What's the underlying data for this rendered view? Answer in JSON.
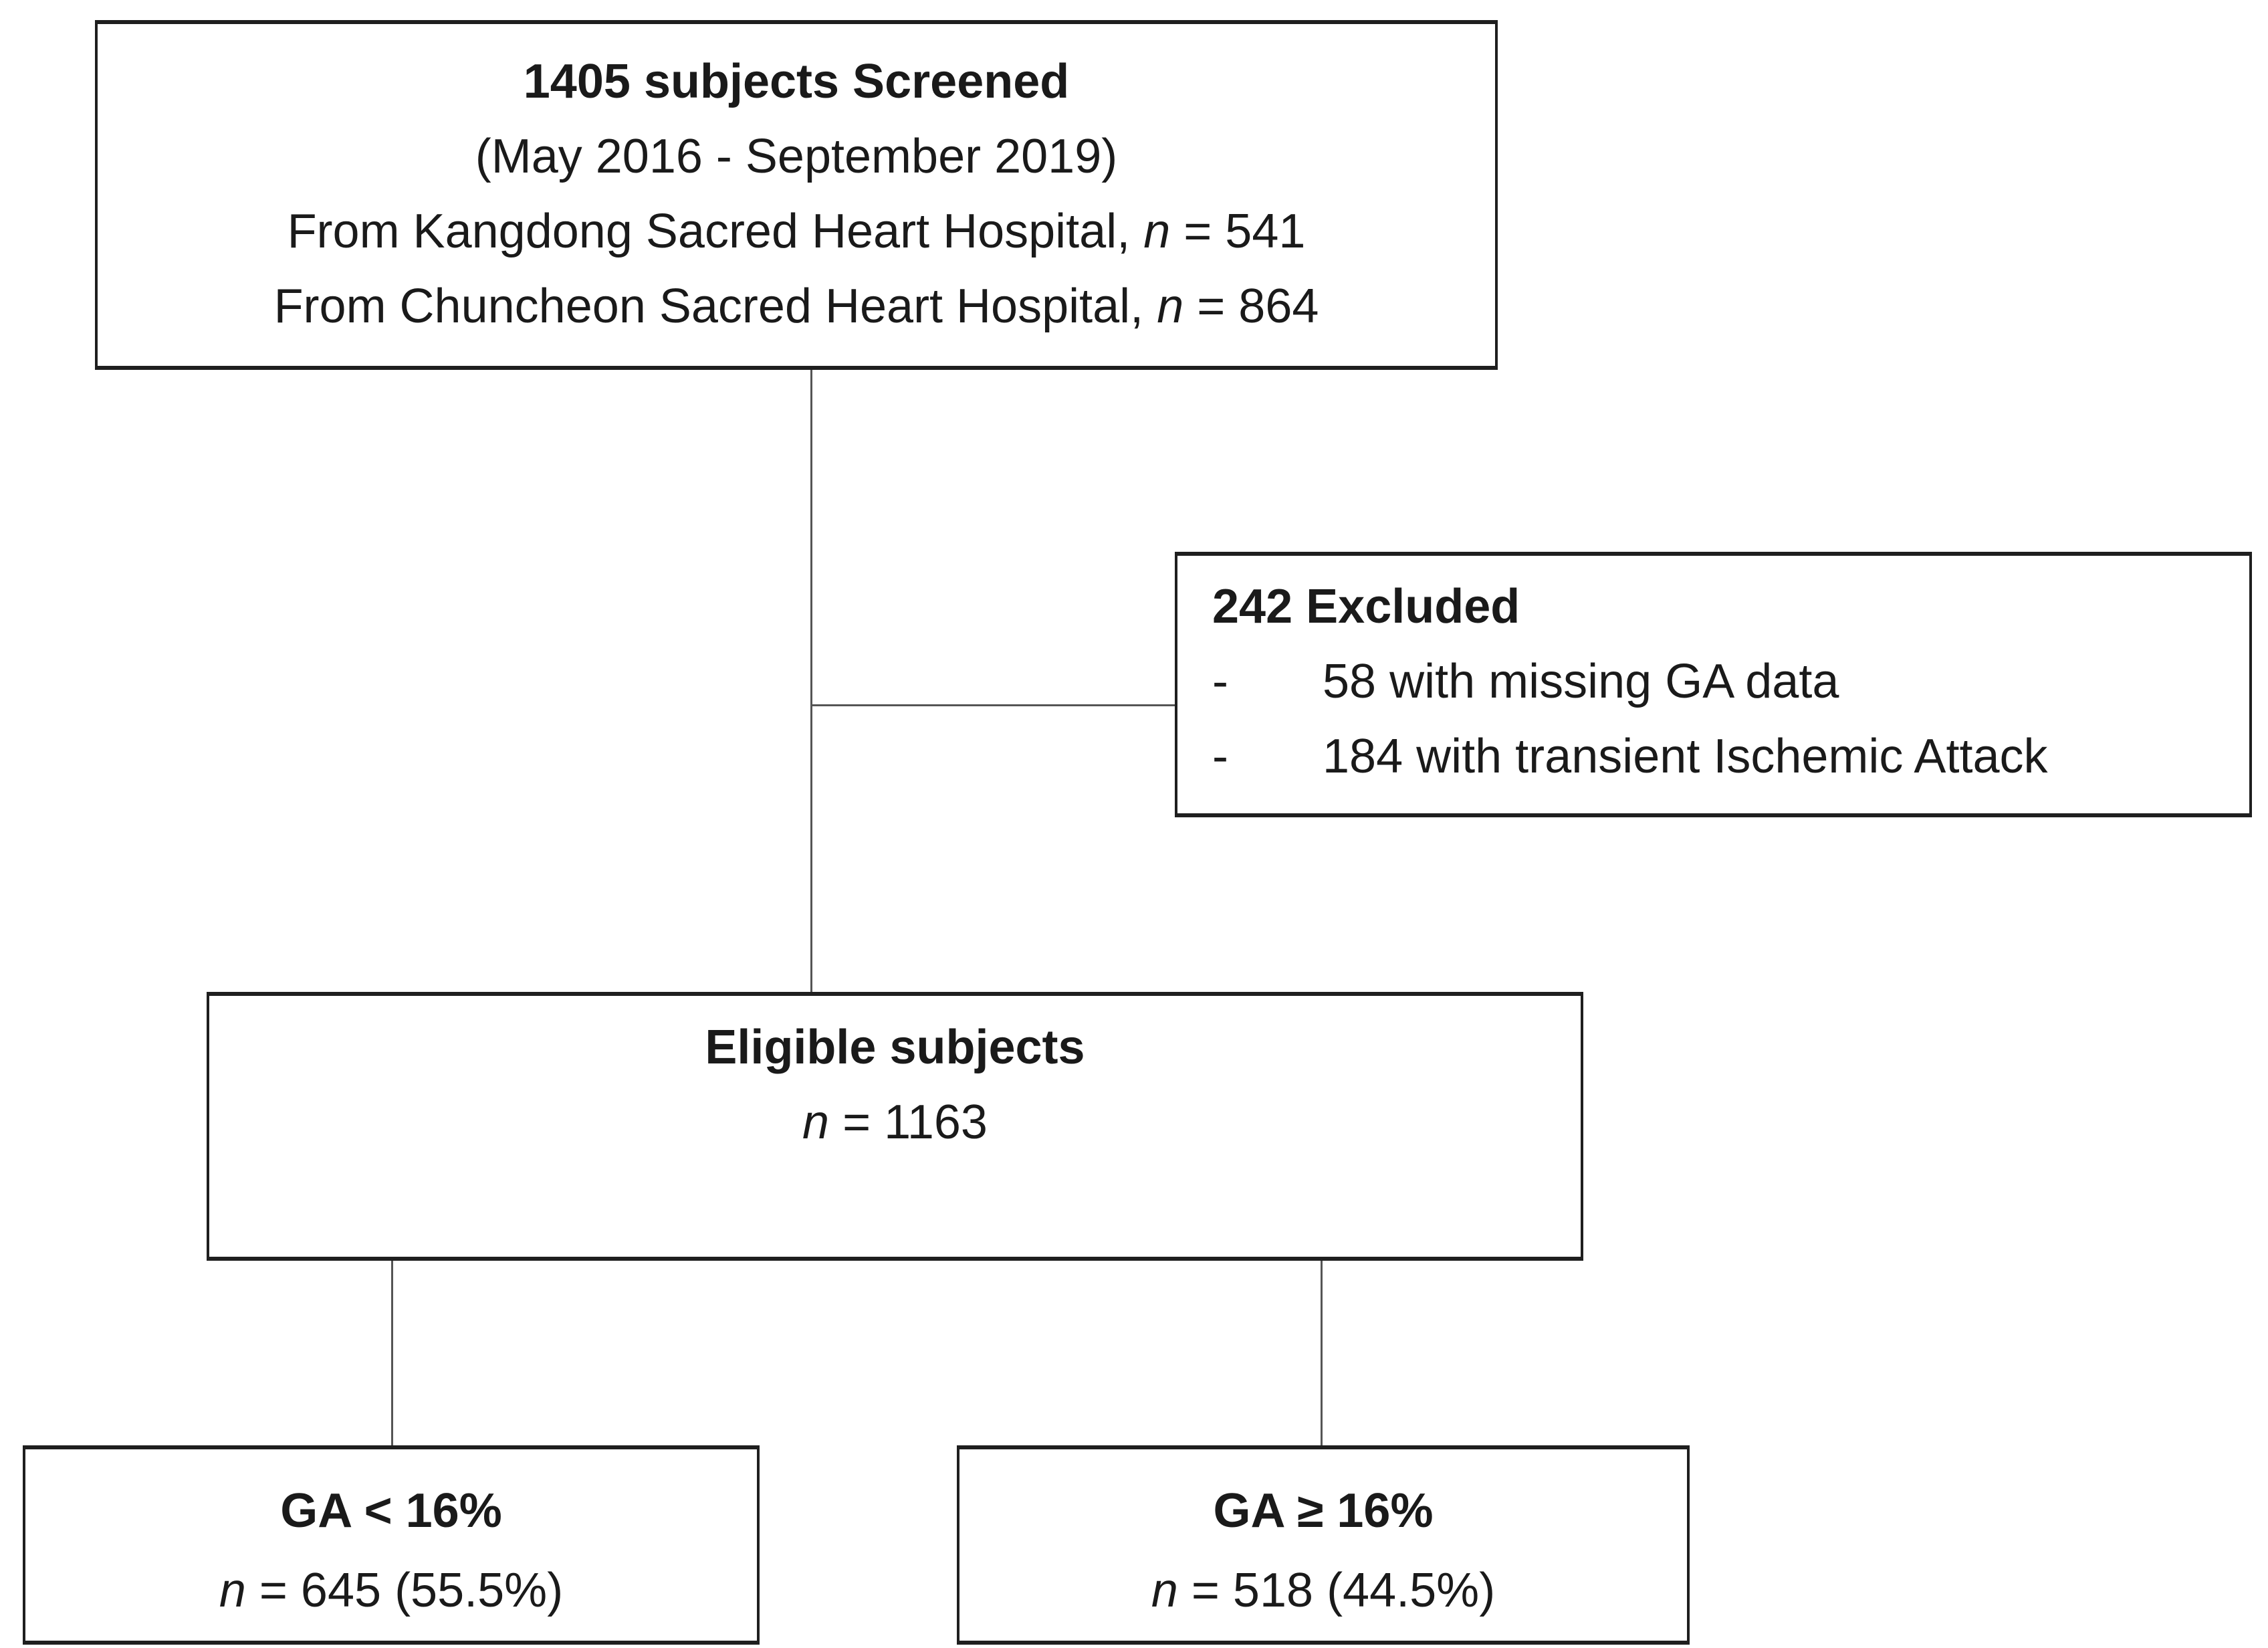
{
  "colors": {
    "box_border": "#1f1f1f",
    "connector_line": "#555555",
    "background": "#ffffff",
    "text": "#1a1a1a"
  },
  "flowchart": {
    "screened_box": {
      "title": "1405 subjects Screened",
      "period": "(May 2016 - September 2019)",
      "source_kangdong": {
        "pre": "From Kangdong Sacred Heart Hospital, ",
        "italic": "n",
        "post": " = 541"
      },
      "source_chuncheon": {
        "pre": "From Chuncheon Sacred Heart Hospital, ",
        "italic": "n",
        "post": " = 864"
      }
    },
    "excluded_box": {
      "title": "242 Excluded",
      "items": [
        {
          "bullet": "-",
          "text": "58 with missing GA data"
        },
        {
          "bullet": "-",
          "text": "184 with transient Ischemic Attack"
        }
      ]
    },
    "eligible_box": {
      "title": "Eligible subjects",
      "count": {
        "italic": "n",
        "post": " = 1163"
      }
    },
    "ga_below_box": {
      "title": "GA < 16%",
      "count": {
        "italic": "n",
        "post": " = 645 (55.5%)"
      }
    },
    "ga_above_box": {
      "title": "GA ≥ 16%",
      "count": {
        "italic": "n",
        "post": " = 518 (44.5%)"
      }
    }
  }
}
